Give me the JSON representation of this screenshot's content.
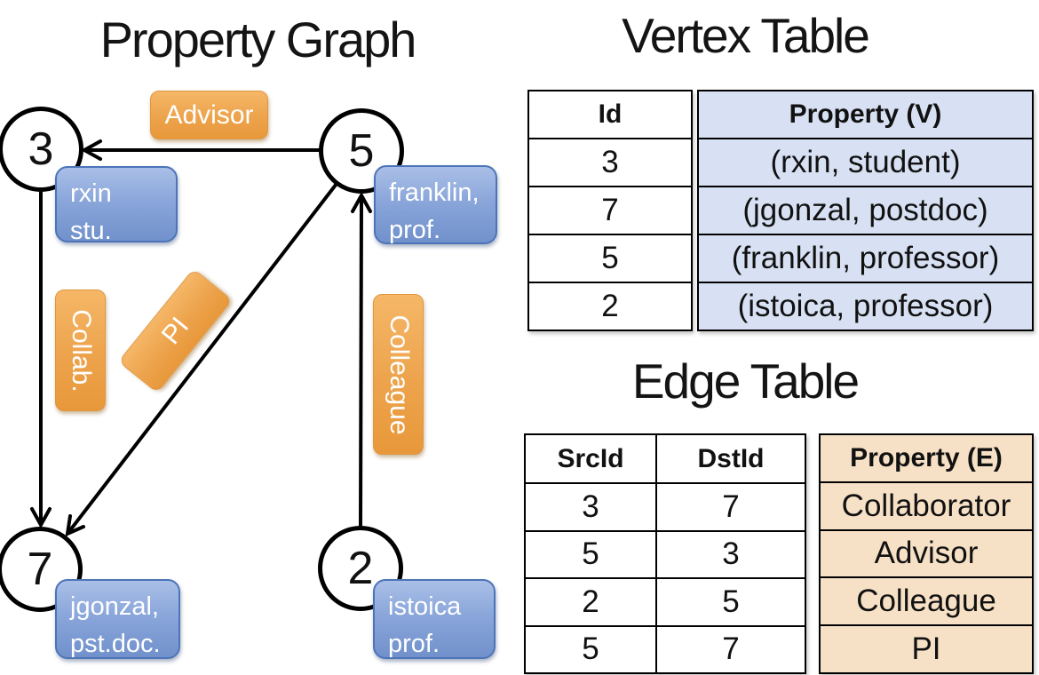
{
  "graph": {
    "title": "Property Graph",
    "nodes": [
      {
        "id": "3",
        "p1": "rxin",
        "p2": "stu."
      },
      {
        "id": "5",
        "p1": "franklin,",
        "p2": "prof."
      },
      {
        "id": "7",
        "p1": "jgonzal,",
        "p2": "pst.doc."
      },
      {
        "id": "2",
        "p1": "istoica",
        "p2": "prof."
      }
    ],
    "edges": [
      {
        "label": "Advisor",
        "src": "5",
        "dst": "3"
      },
      {
        "label": "Collab.",
        "src": "3",
        "dst": "7"
      },
      {
        "label": "PI",
        "src": "5",
        "dst": "7"
      },
      {
        "label": "Colleague",
        "src": "2",
        "dst": "5"
      }
    ]
  },
  "vertex_table": {
    "title": "Vertex Table",
    "columns": [
      "Id",
      "Property (V)"
    ],
    "rows": [
      [
        "3",
        "(rxin, student)"
      ],
      [
        "7",
        "(jgonzal, postdoc)"
      ],
      [
        "5",
        "(franklin, professor)"
      ],
      [
        "2",
        "(istoica, professor)"
      ]
    ]
  },
  "edge_table": {
    "title": "Edge Table",
    "columns": [
      "SrcId",
      "DstId",
      "Property (E)"
    ],
    "rows": [
      [
        "3",
        "7",
        "Collaborator"
      ],
      [
        "5",
        "3",
        "Advisor"
      ],
      [
        "2",
        "5",
        "Colleague"
      ],
      [
        "5",
        "7",
        "PI"
      ]
    ]
  },
  "colors": {
    "edge_label_orange": "#EFA44C",
    "vertex_box_blue": "#7E9CD4",
    "vertex_table_fill": "#D8E1F3",
    "edge_table_fill": "#F7E1C6",
    "line": "#000000"
  }
}
